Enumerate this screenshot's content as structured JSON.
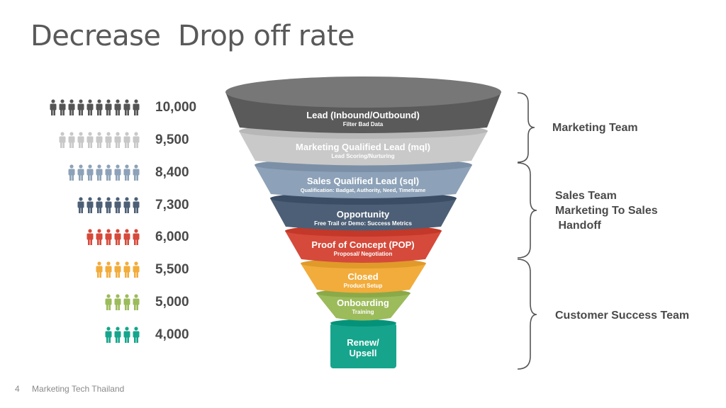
{
  "title": "Decrease  Drop off rate",
  "counts": [
    {
      "value": "10,000",
      "icons": 10,
      "color": "#555555"
    },
    {
      "value": "9,500",
      "icons": 9,
      "color": "#c8c8c8"
    },
    {
      "value": "8,400",
      "icons": 8,
      "color": "#8da2b8"
    },
    {
      "value": "7,300",
      "icons": 7,
      "color": "#4d5f76"
    },
    {
      "value": "6,000",
      "icons": 6,
      "color": "#d54a3b"
    },
    {
      "value": "5,500",
      "icons": 5,
      "color": "#f2ac3b"
    },
    {
      "value": "5,000",
      "icons": 4,
      "color": "#9cbb5b"
    },
    {
      "value": "4,000",
      "icons": 4,
      "color": "#16a58c"
    }
  ],
  "funnel": [
    {
      "title": "Lead (Inbound/Outbound)",
      "sub": "Filter Bad Data",
      "color": "#5a5a5a"
    },
    {
      "title": "Marketing Qualified Lead (mql)",
      "sub": "Lead Scoring/Nurturing",
      "color": "#c9c9c9"
    },
    {
      "title": "Sales Qualified Lead (sql)",
      "sub": "Qualification: Badgat, Authority, Need, Timeframe",
      "color": "#8da2b8"
    },
    {
      "title": "Opportunity",
      "sub": "Free Trail or Demo: Success Metrics",
      "color": "#4d5f76"
    },
    {
      "title": "Proof of Concept (POP)",
      "sub": "Proposal/ Negotiation",
      "color": "#d54a3b"
    },
    {
      "title": "Closed",
      "sub": "Product Setup",
      "color": "#f2ac3b"
    },
    {
      "title": "Onboarding",
      "sub": "Training",
      "color": "#9cbb5b"
    },
    {
      "title": "Renew/",
      "sub": "Upsell",
      "color": "#16a58c"
    }
  ],
  "teams": {
    "marketing": "Marketing Team",
    "sales": [
      "Sales Team",
      "Marketing To Sales",
      " Handoff"
    ],
    "customer_success": "Customer Success Team"
  },
  "footer": {
    "page_number": "4",
    "company": "Marketing Tech Thailand"
  }
}
